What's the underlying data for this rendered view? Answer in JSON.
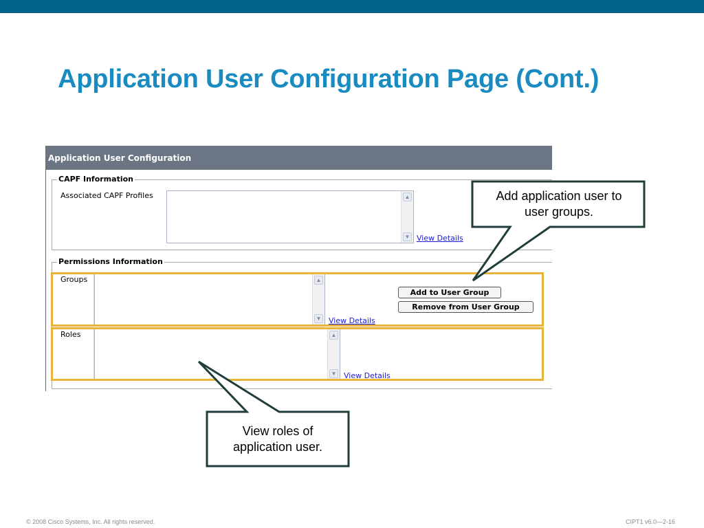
{
  "slide": {
    "title": "Application User Configuration Page (Cont.)",
    "footer_copyright": "© 2008 Cisco Systems, Inc. All rights reserved.",
    "footer_course": "CIPT1 v6.0—2-16",
    "colors": {
      "band": "#006289",
      "title": "#1a8bc0",
      "highlight": "#e8b53a",
      "callout_border": "#1f3d3a"
    }
  },
  "panel": {
    "header": "Application User Configuration",
    "capf": {
      "legend": "CAPF Information",
      "profiles_label": "Associated CAPF Profiles",
      "view_details": "View Details"
    },
    "permissions": {
      "legend": "Permissions Information",
      "groups_label": "Groups",
      "groups_view_details": "View Details",
      "add_button": "Add to User Group",
      "remove_button": "Remove from User Group",
      "roles_label": "Roles",
      "roles_view_details": "View Details"
    }
  },
  "callouts": {
    "groups": "Add application user to user groups.",
    "roles": "View roles of application user."
  },
  "icons": {
    "scroll_up": "scroll-up-arrow-icon",
    "scroll_down": "scroll-down-arrow-icon"
  }
}
